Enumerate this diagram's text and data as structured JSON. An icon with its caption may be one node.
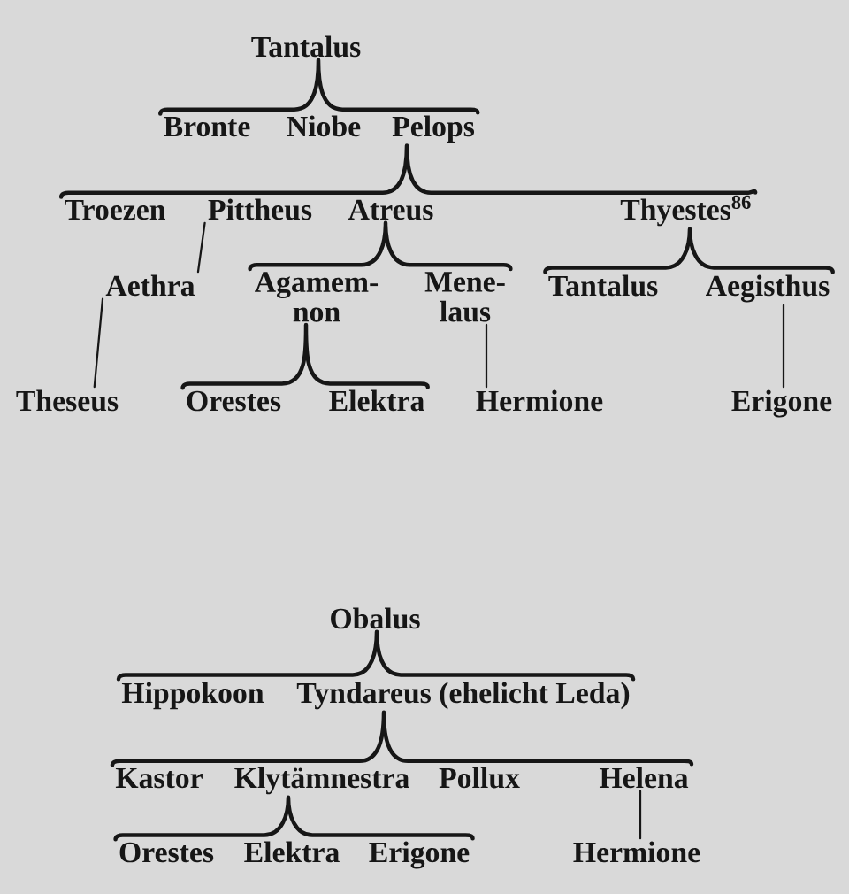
{
  "diagram": {
    "nodes": [
      {
        "text": [
          "Tantalus"
        ]
      },
      {
        "text": [
          "Bronte"
        ]
      },
      {
        "text": [
          "Niobe"
        ]
      },
      {
        "text": [
          "Pelops"
        ]
      },
      {
        "text": [
          "Troezen"
        ]
      },
      {
        "text": [
          "Pittheus"
        ]
      },
      {
        "text": [
          "Atreus"
        ]
      },
      {
        "text": [
          "Thyestes$^{86}$"
        ]
      },
      {
        "text": [
          "Aethra"
        ]
      },
      {
        "text": [
          "Agamem- non"
        ]
      },
      {
        "text": [
          "Mene- laus"
        ]
      },
      {
        "text": [
          "Tantalus"
        ]
      },
      {
        "text": [
          "Aegisthus"
        ]
      },
      {
        "text": [
          "Theseus"
        ]
      },
      {
        "text": [
          "Orestes"
        ]
      },
      {
        "text": [
          "Elektra"
        ]
      },
      {
        "text": [
          "Hermione"
        ]
      },
      {
        "text": [
          "Erigone"
        ]
      },
      {
        "text": [
          "Obalus"
        ]
      },
      {
        "text": [
          "Hippokoon"
        ]
      },
      {
        "text": [
          "Tyndareus (ehelicht Leda)"
        ]
      },
      {
        "text": [
          "Kastor"
        ]
      },
      {
        "text": [
          "Klytämnestra"
        ]
      },
      {
        "text": [
          "Pollux"
        ]
      },
      {
        "text": [
          "Helena"
        ]
      },
      {
        "text": [
          "Orestes"
        ]
      },
      {
        "text": [
          "Elektra"
        ]
      },
      {
        "text": [
          "Erigone"
        ]
      },
      {
        "text": [
          "Hermione"
        ]
      }
    ],
    "edges": [
      {
        "from": 0,
        "to": 1,
        "arrow": "none"
      },
      {
        "from": 0,
        "to": 2,
        "arrow": "none"
      },
      {
        "from": 0,
        "to": 3,
        "arrow": "none"
      },
      {
        "from": 3,
        "to": 4,
        "arrow": "none"
      },
      {
        "from": 3,
        "to": 5,
        "arrow": "none"
      },
      {
        "from": 3,
        "to": 6,
        "arrow": "none"
      },
      {
        "from": 3,
        "to": 7,
        "arrow": "none"
      },
      {
        "from": 5,
        "to": 8,
        "arrow": "none"
      },
      {
        "from": 6,
        "to": 9,
        "arrow": "none"
      },
      {
        "from": 6,
        "to": 10,
        "arrow": "none"
      },
      {
        "from": 7,
        "to": 11,
        "arrow": "none"
      },
      {
        "from": 7,
        "to": 12,
        "arrow": "none"
      },
      {
        "from": 8,
        "to": 13,
        "arrow": "none"
      },
      {
        "from": 9,
        "to": 14,
        "arrow": "none"
      },
      {
        "from": 9,
        "to": 15,
        "arrow": "none"
      },
      {
        "from": 10,
        "to": 16,
        "arrow": "none"
      },
      {
        "from": 12,
        "to": 17,
        "arrow": "none"
      },
      {
        "from": 18,
        "to": 19,
        "arrow": "none"
      },
      {
        "from": 18,
        "to": 20,
        "arrow": "none"
      },
      {
        "from": 20,
        "to": 21,
        "arrow": "none"
      },
      {
        "from": 20,
        "to": 22,
        "arrow": "none"
      },
      {
        "from": 20,
        "to": 23,
        "arrow": "none"
      },
      {
        "from": 20,
        "to": 24,
        "arrow": "none"
      },
      {
        "from": 22,
        "to": 25,
        "arrow": "none"
      },
      {
        "from": 22,
        "to": 26,
        "arrow": "none"
      },
      {
        "from": 22,
        "to": 27,
        "arrow": "none"
      },
      {
        "from": 24,
        "to": 28,
        "arrow": "none"
      }
    ]
  }
}
